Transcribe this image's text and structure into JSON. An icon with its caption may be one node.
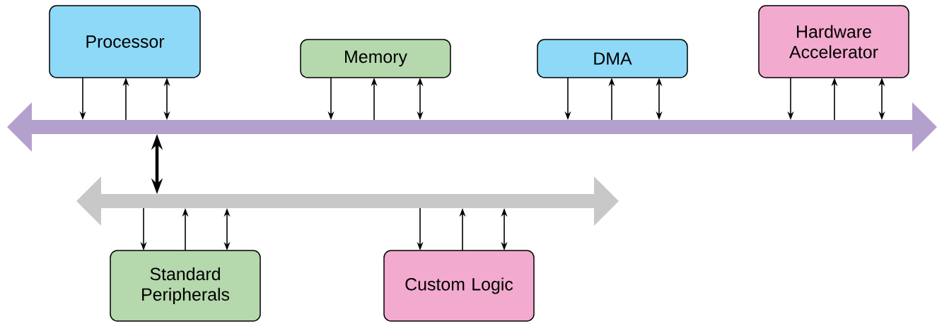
{
  "diagram": {
    "nodes": [
      {
        "text": [
          "Processor"
        ]
      },
      {
        "text": [
          "Memory"
        ]
      },
      {
        "text": [
          "DMA"
        ]
      },
      {
        "text": [
          "Hardware Accelerator"
        ]
      },
      {
        "text": [
          "Standard Peripherals"
        ]
      },
      {
        "text": [
          "Custom Logic"
        ]
      },
      {
        "text": [],
        "shape": "bar"
      },
      {
        "text": [],
        "shape": "bar"
      }
    ],
    "edges": [
      {
        "from": 0,
        "to": 6,
        "arrow": "to"
      },
      {
        "from": 6,
        "to": 0,
        "arrow": "to"
      },
      {
        "from": 0,
        "to": 6,
        "arrow": "both"
      },
      {
        "from": 1,
        "to": 6,
        "arrow": "to"
      },
      {
        "from": 6,
        "to": 1,
        "arrow": "to"
      },
      {
        "from": 1,
        "to": 6,
        "arrow": "both"
      },
      {
        "from": 2,
        "to": 6,
        "arrow": "to"
      },
      {
        "from": 6,
        "to": 2,
        "arrow": "to"
      },
      {
        "from": 2,
        "to": 6,
        "arrow": "both"
      },
      {
        "from": 3,
        "to": 6,
        "arrow": "to"
      },
      {
        "from": 6,
        "to": 3,
        "arrow": "to"
      },
      {
        "from": 3,
        "to": 6,
        "arrow": "both"
      },
      {
        "from": 6,
        "to": 7,
        "arrow": "both",
        "style": "thick"
      },
      {
        "from": 7,
        "to": 4,
        "arrow": "to"
      },
      {
        "from": 4,
        "to": 7,
        "arrow": "to"
      },
      {
        "from": 4,
        "to": 7,
        "arrow": "both"
      },
      {
        "from": 7,
        "to": 5,
        "arrow": "to"
      },
      {
        "from": 5,
        "to": 7,
        "arrow": "to"
      },
      {
        "from": 5,
        "to": 7,
        "arrow": "both"
      }
    ]
  }
}
